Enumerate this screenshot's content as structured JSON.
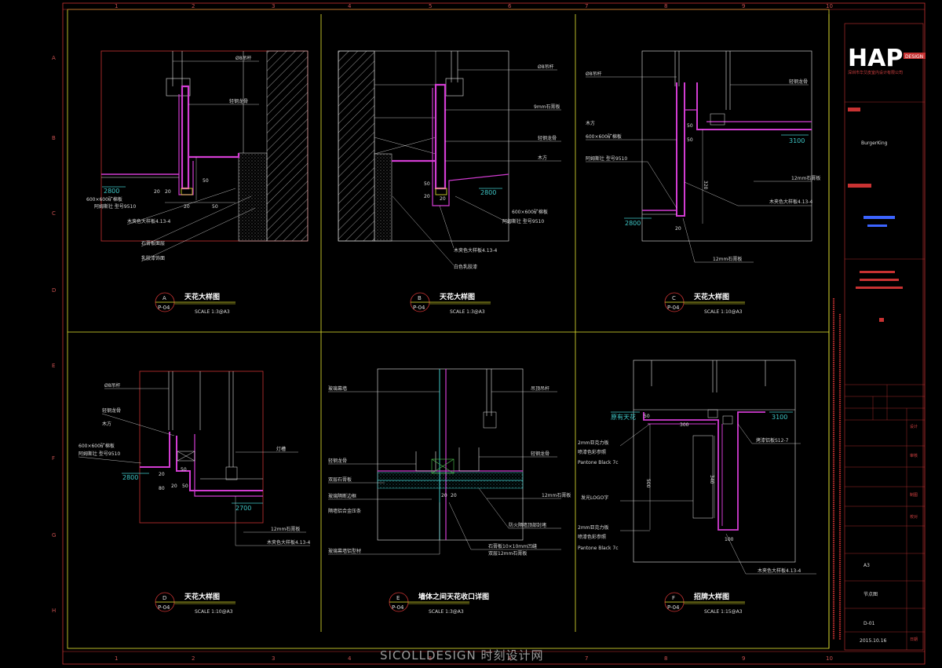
{
  "grid": {
    "columns": [
      "1",
      "2",
      "3",
      "4",
      "5",
      "6",
      "7",
      "8",
      "9",
      "10"
    ],
    "rows": [
      "A",
      "B",
      "C",
      "D",
      "E",
      "F",
      "G",
      "H"
    ]
  },
  "title_block": {
    "logo_text": "HAP",
    "logo_sub": "DESIGN",
    "company_line": "深圳市华艾皮室内设计有限公司",
    "project_name": "BurgerKing",
    "paper_size": "A3",
    "drawing_title": "节点图",
    "sheet_number": "D-01",
    "date": "2015.10.16",
    "row_labels": [
      "设计",
      "审核",
      "制图",
      "校对",
      "日期"
    ]
  },
  "details": [
    {
      "letter": "A",
      "ref": "P-04",
      "title": "天花大样图",
      "scale": "SCALE 1:3@A3",
      "levels": [
        "2800"
      ],
      "dims": [
        "20",
        "50",
        "20",
        "50",
        "20"
      ],
      "labels": [
        "Ø8吊杆",
        "轻钢龙骨",
        "600×600矿棉板",
        "阿姆斯壮 型号9510",
        "木夹色大样板4.13-4",
        "石膏板面层",
        "乳胶漆饰面"
      ]
    },
    {
      "letter": "B",
      "ref": "P-04",
      "title": "天花大样图",
      "scale": "SCALE 1:3@A3",
      "levels": [
        "2800"
      ],
      "dims": [
        "50",
        "20",
        "20"
      ],
      "labels": [
        "Ø8吊杆",
        "9mm石膏板",
        "轻钢龙骨",
        "木方",
        "600×600矿棉板",
        "阿姆斯壮 型号9510",
        "木夹色大样板4.13-4",
        "白色乳胶漆"
      ]
    },
    {
      "letter": "C",
      "ref": "P-04",
      "title": "天花大样图",
      "scale": "SCALE 1:10@A3",
      "levels": [
        "3100",
        "2800"
      ],
      "dims": [
        "50",
        "50",
        "320",
        "20"
      ],
      "labels": [
        "Ø8吊杆",
        "轻钢龙骨",
        "木方",
        "600×600矿棉板",
        "阿姆斯壮 型号9510",
        "12mm石膏板",
        "木夹色大样板4.13-4",
        "12mm石膏板"
      ]
    },
    {
      "letter": "D",
      "ref": "P-04",
      "title": "天花大样图",
      "scale": "SCALE 1:10@A3",
      "levels": [
        "2800",
        "2700"
      ],
      "dims": [
        "20",
        "50",
        "20",
        "50",
        "80"
      ],
      "labels": [
        "Ø8吊杆",
        "轻钢龙骨",
        "木方",
        "600×600矿棉板",
        "阿姆斯壮 型号9510",
        "灯槽",
        "12mm石膏板",
        "木夹色大样板4.13-4"
      ]
    },
    {
      "letter": "E",
      "ref": "P-04",
      "title": "墙体之间天花收口详图",
      "scale": "SCALE 1:3@A3",
      "levels": [],
      "dims": [
        "20",
        "20"
      ],
      "labels": [
        "玻璃幕墙",
        "吊顶吊杆",
        "轻钢龙骨",
        "双层石膏板",
        "玻璃隔断边框",
        "轻钢龙骨",
        "12mm石膏板",
        "隔墙铝合金压条",
        "防火隔墙顶部封堵",
        "石膏板10×10mm凹缝",
        "双层12mm石膏板",
        "玻璃幕墙铝型材"
      ]
    },
    {
      "letter": "F",
      "ref": "P-04",
      "title": "招牌大样图",
      "scale": "SCALE 1:15@A3",
      "levels": [
        "原有天花",
        "3100"
      ],
      "dims": [
        "300",
        "50",
        "340",
        "500",
        "100"
      ],
      "labels": [
        "2mm亚克力板",
        "喷漆色彩参照",
        "Pantone Black 7c",
        "发光LOGO字",
        "2mm亚克力板",
        "喷漆色彩参照",
        "Pantone Black 7c",
        "木夹色大样板4.13-4",
        "烤漆铝板S12-7"
      ]
    }
  ],
  "watermark": "SICOLLDESIGN 时刻设计网",
  "colors": {
    "magenta": "#d23cd2",
    "cyan": "#3fc8c8",
    "yellow": "#e6e632",
    "red": "#c83232",
    "white": "#e6e6e6",
    "green": "#50c850",
    "blue": "#3c64ff"
  }
}
